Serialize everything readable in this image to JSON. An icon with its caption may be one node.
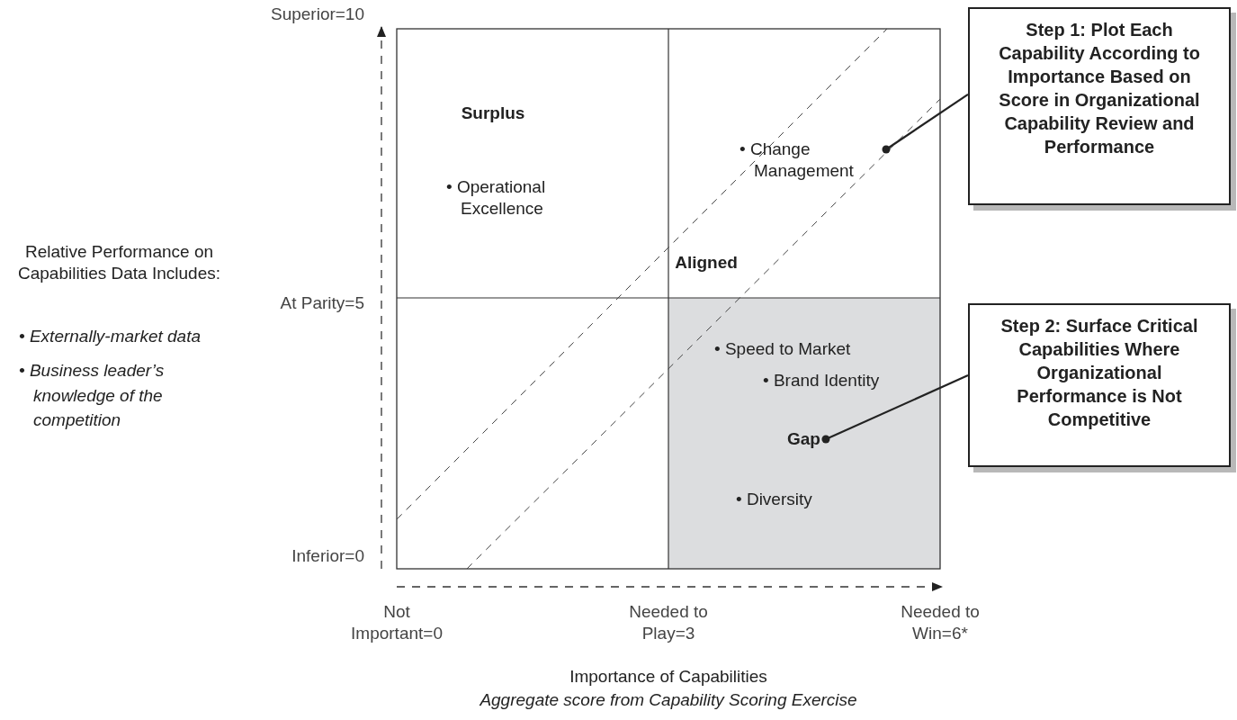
{
  "diagram": {
    "nodes": [
      {
        "text": [
          "Step 1: Plot Each Capability According to Importance Based on Score in Organizational Capability Review and Performance"
        ]
      },
      {
        "text": [
          "Step 2: Surface Critical Capabilities Where Organizational Performance is Not Competitive"
        ]
      },
      {
        "text": [
          "• Change Management"
        ]
      },
      {
        "text": [
          "Gap"
        ]
      }
    ],
    "edges": [
      {
        "from": 0,
        "to": 2,
        "arrow": "other"
      },
      {
        "from": 1,
        "to": 3,
        "arrow": "other"
      }
    ],
    "labels": [
      "Superior=10",
      "Surplus",
      "• Operational Excellence",
      "Aligned",
      "Relative Performance on Capabilities Data Includes:",
      "At Parity=5",
      "• Speed to Market",
      "• Externally-market data",
      "• Brand Identity",
      "• Business leader’s knowledge of the competition",
      "• Diversity",
      "Inferior=0",
      "Not Important=0",
      "Needed to Play=3",
      "Needed to Win=6*",
      "Importance of Capabilities",
      "Aggregate score from Capability Scoring Exercise"
    ]
  }
}
